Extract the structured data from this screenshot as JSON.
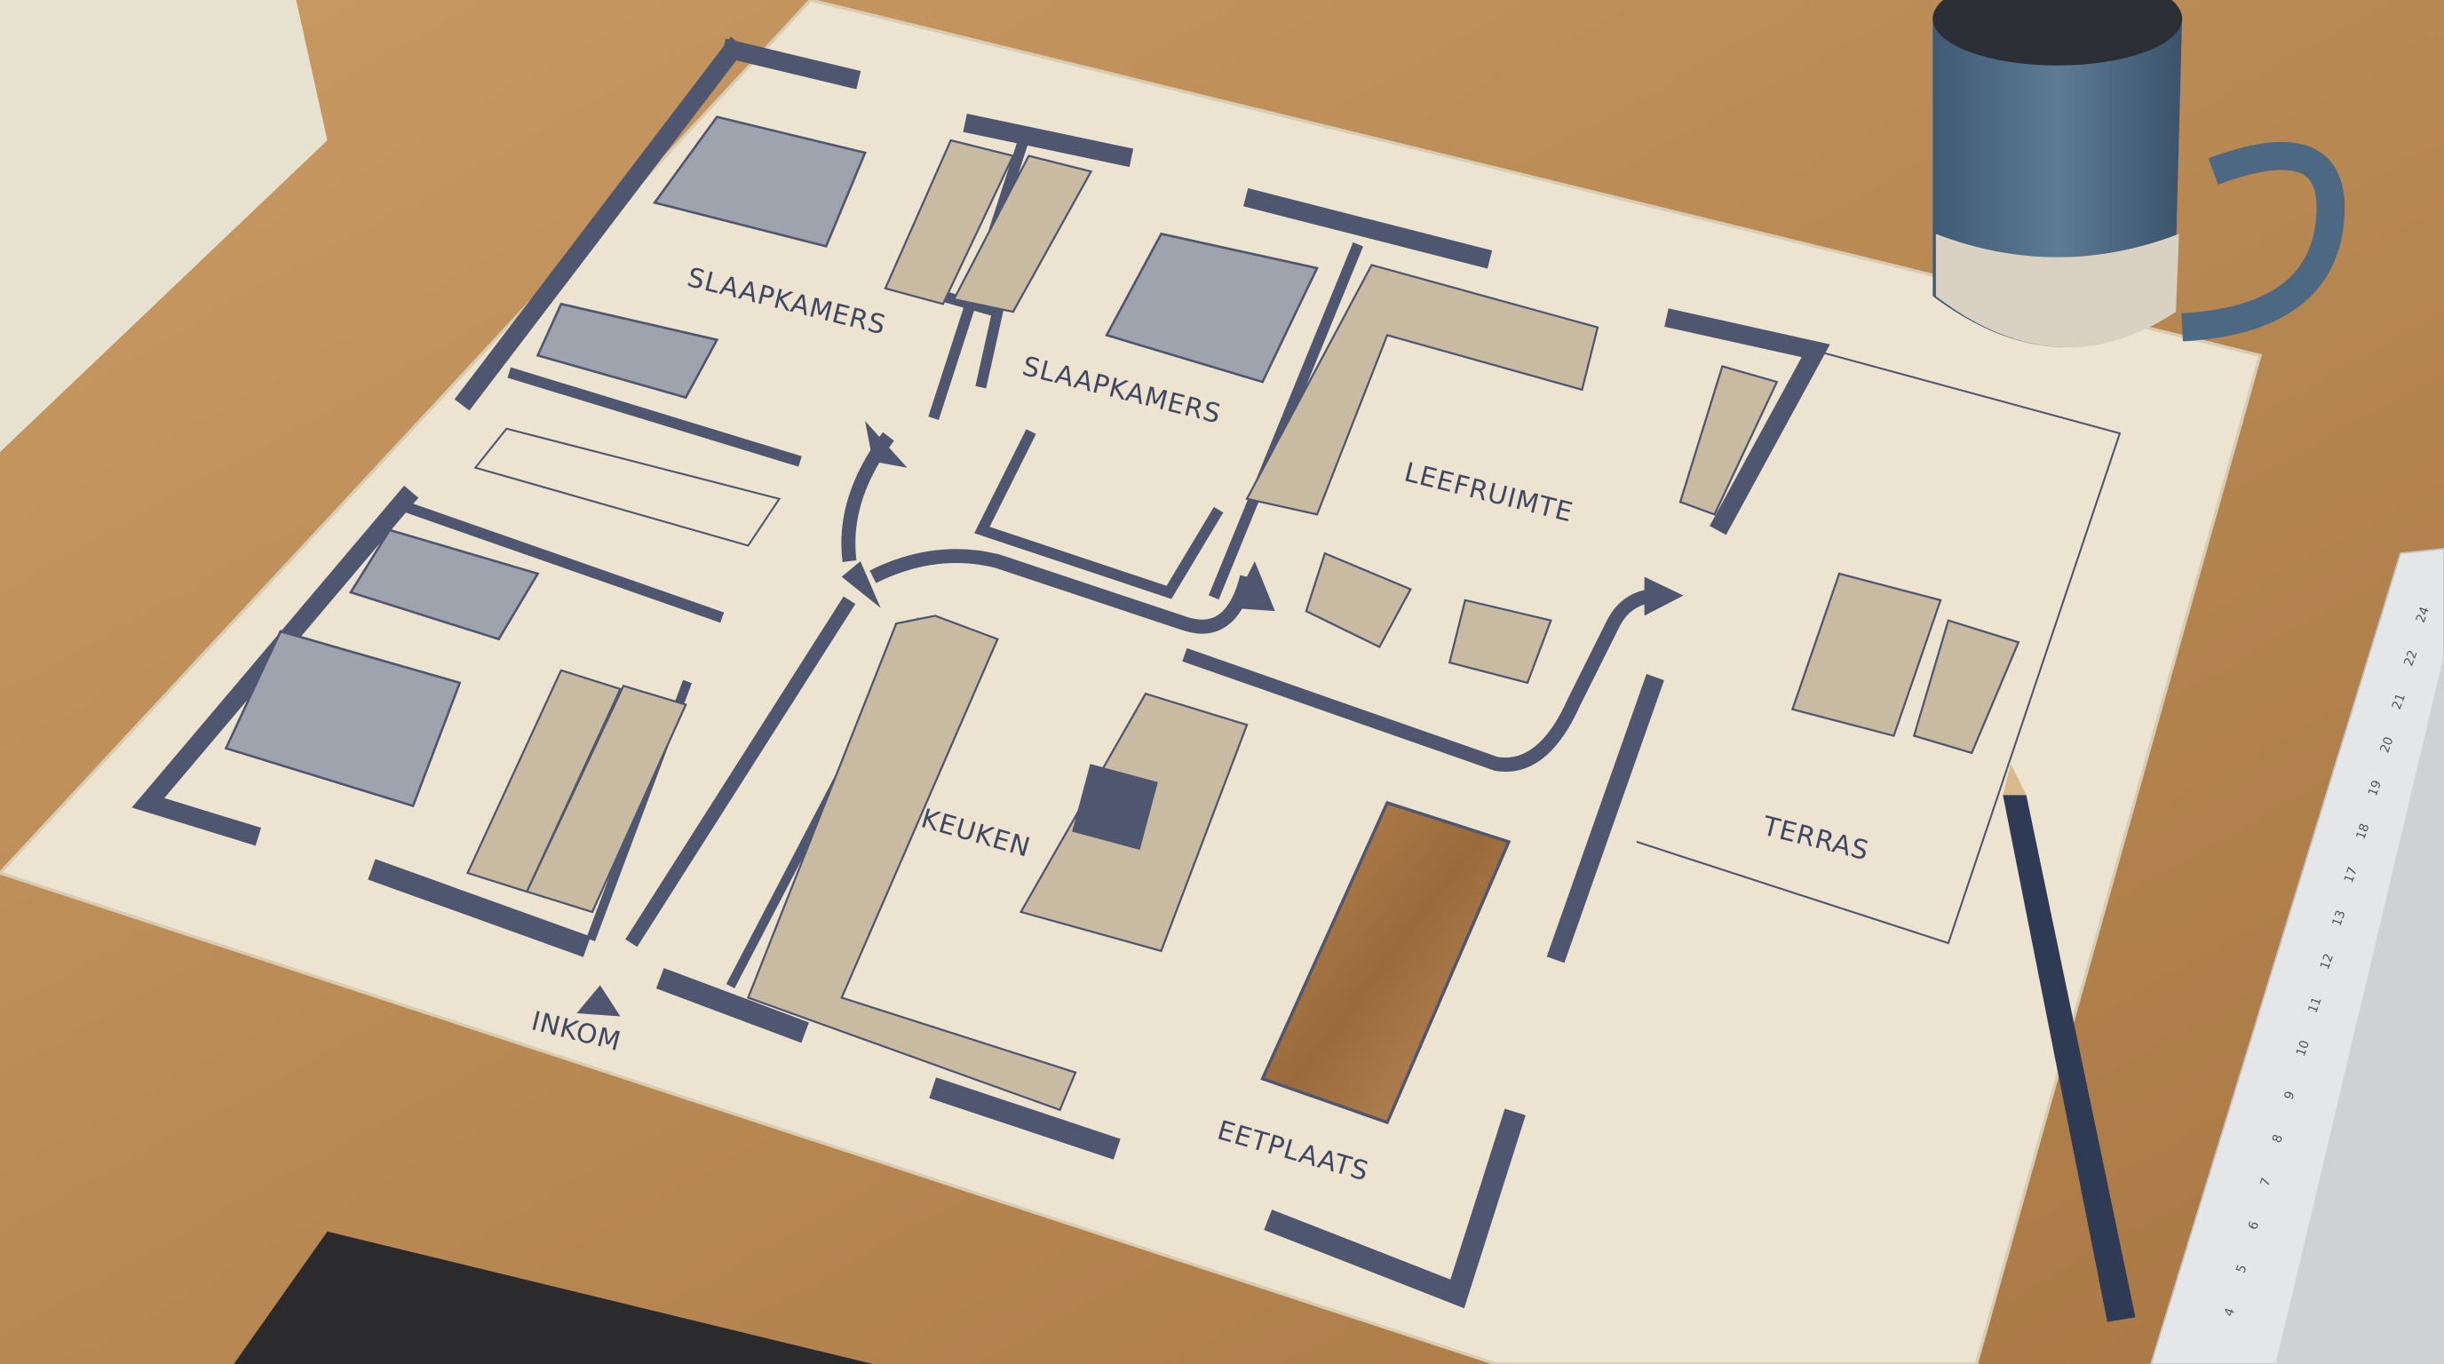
{
  "plan": {
    "rooms": [
      {
        "id": "bedroom-1",
        "label": "SLAAPKAMERS"
      },
      {
        "id": "bedroom-2",
        "label": "SLAAPKAMERS"
      },
      {
        "id": "living",
        "label": "LEEFRUIMTE"
      },
      {
        "id": "kitchen",
        "label": "KEUKEN"
      },
      {
        "id": "dining",
        "label": "EETPLAATS"
      },
      {
        "id": "terrace",
        "label": "TERRAS"
      },
      {
        "id": "entrance",
        "label": "INKOM"
      }
    ]
  },
  "colors": {
    "wall": "#4f5670",
    "paper": "#ece4d0",
    "furniture": "#c9bba1",
    "bed": "#9ea3ae",
    "desk": "#b98a57",
    "mug": "#53708a"
  },
  "objects": [
    "coffee-mug",
    "pencil",
    "ruler"
  ],
  "ruler": {
    "ticks": [
      "4",
      "5",
      "6",
      "7",
      "8",
      "9",
      "10",
      "11",
      "12",
      "13",
      "17",
      "18",
      "19",
      "20",
      "21",
      "22",
      "24"
    ]
  }
}
